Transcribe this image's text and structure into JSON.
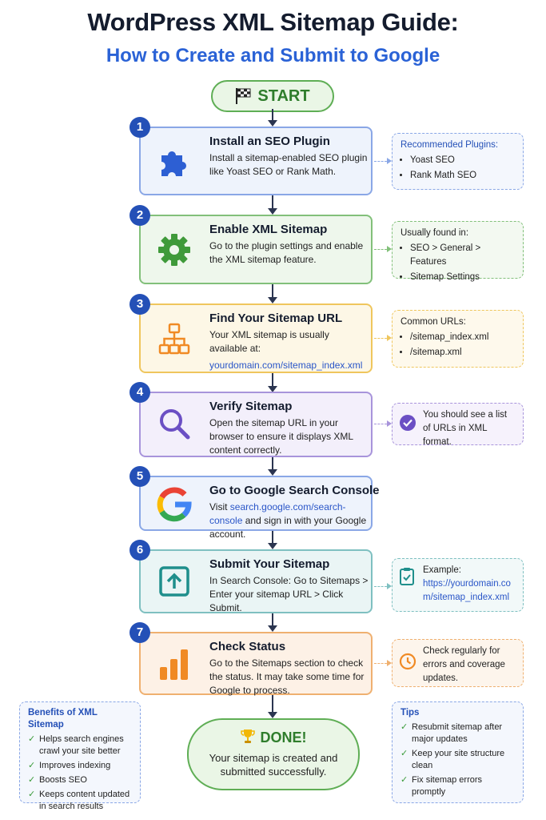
{
  "title": "WordPress XML Sitemap Guide:",
  "subtitle": "How to Create and Submit to Google",
  "start_label": "START",
  "steps": [
    {
      "num": "1",
      "title": "Install an SEO Plugin",
      "desc": "Install a sitemap-enabled SEO plugin like Yoast SEO or Rank Math.",
      "icon": "puzzle-icon"
    },
    {
      "num": "2",
      "title": "Enable XML Sitemap",
      "desc": "Go to the plugin settings and enable the XML sitemap feature.",
      "icon": "gear-icon"
    },
    {
      "num": "3",
      "title": "Find Your Sitemap URL",
      "desc": "Your XML sitemap is usually available at:",
      "link": "yourdomain.com/sitemap_index.xml",
      "icon": "sitemap-icon"
    },
    {
      "num": "4",
      "title": "Verify Sitemap",
      "desc": "Open the sitemap URL in your browser to ensure it displays XML content correctly.",
      "icon": "search-icon"
    },
    {
      "num": "5",
      "title": "Go to Google Search Console",
      "desc_pre": "Visit",
      "link": "search.google.com/search-console",
      "desc_post": "and sign in with your Google account.",
      "icon": "google-icon"
    },
    {
      "num": "6",
      "title": "Submit Your Sitemap",
      "desc": "In Search Console: Go to Sitemaps > Enter your sitemap URL > Click Submit.",
      "icon": "upload-icon"
    },
    {
      "num": "7",
      "title": "Check Status",
      "desc": "Go to the Sitemaps section to check the status. It may take some time for Google to process.",
      "icon": "bar-chart-icon"
    }
  ],
  "side_notes": {
    "plugins": {
      "head": "Recommended Plugins:",
      "items": [
        "Yoast SEO",
        "Rank Math SEO"
      ]
    },
    "found": {
      "head": "Usually found in:",
      "items": [
        "SEO > General > Features",
        "Sitemap Settings"
      ]
    },
    "urls": {
      "head": "Common URLs:",
      "items": [
        "/sitemap_index.xml",
        "/sitemap.xml"
      ]
    },
    "verify": {
      "text": "You should see a list of URLs in XML format."
    },
    "example": {
      "head": "Example:",
      "link": "https://yourdomain.com/sitemap_index.xml"
    },
    "check": {
      "text": "Check regularly for errors and coverage updates."
    }
  },
  "benefits": {
    "head": "Benefits of XML Sitemap",
    "items": [
      "Helps search engines crawl your site better",
      "Improves indexing",
      "Boosts SEO",
      "Keeps content updated in search results"
    ]
  },
  "tips": {
    "head": "Tips",
    "items": [
      "Resubmit sitemap after major updates",
      "Keep your site structure clean",
      "Fix sitemap errors promptly"
    ]
  },
  "done": {
    "title": "DONE!",
    "desc": "Your sitemap is created and submitted successfully."
  },
  "colors": {
    "accent_blue": "#2450b7",
    "subtitle_blue": "#2a62d6",
    "green": "#2f7d2c"
  }
}
